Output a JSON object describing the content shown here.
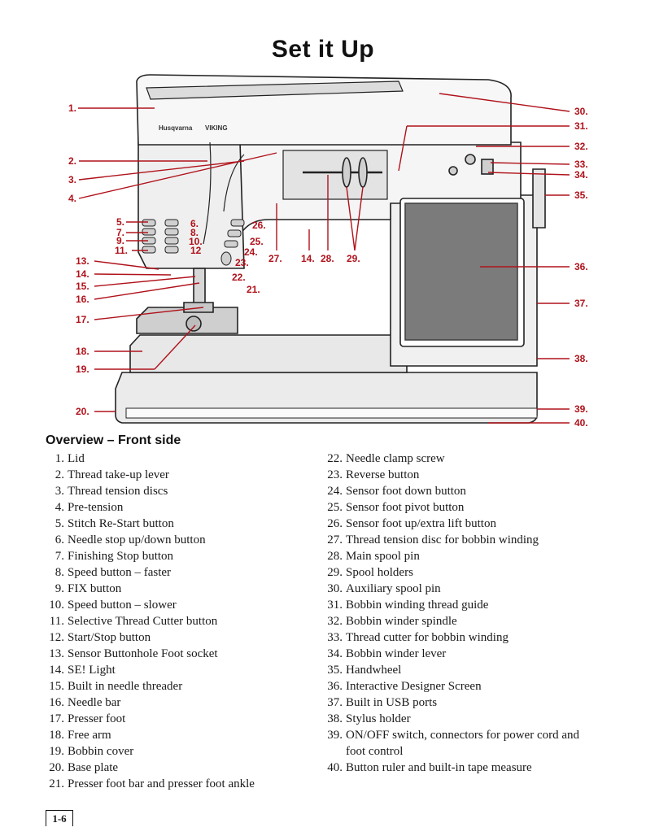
{
  "page": {
    "title": "Set it Up",
    "section_heading": "Overview – Front side",
    "page_number": "1-6"
  },
  "figure": {
    "brand_text": "Husqvarna",
    "brand_text_2": "VIKING",
    "callouts_left": [
      "1.",
      "2.",
      "3.",
      "4.",
      "5.",
      "6.",
      "7.",
      "8.",
      "9.",
      "10.",
      "11.",
      "12",
      "13.",
      "14.",
      "15.",
      "16.",
      "17.",
      "18.",
      "19.",
      "20."
    ],
    "callouts_right": [
      "30.",
      "31.",
      "32.",
      "33.",
      "34.",
      "35.",
      "36.",
      "37.",
      "38.",
      "39.",
      "40."
    ],
    "callouts_center": [
      "26.",
      "25.",
      "24.",
      "23.",
      "22.",
      "21.",
      "27.",
      "14.",
      "28.",
      "29."
    ],
    "accent_color": "#b0121b"
  },
  "items_left": [
    {
      "num": "1.",
      "text": "Lid"
    },
    {
      "num": "2.",
      "text": "Thread take-up lever"
    },
    {
      "num": "3.",
      "text": "Thread tension discs"
    },
    {
      "num": "4.",
      "text": "Pre-tension"
    },
    {
      "num": "5.",
      "text": "Stitch Re-Start button"
    },
    {
      "num": "6.",
      "text": "Needle stop up/down button"
    },
    {
      "num": "7.",
      "text": "Finishing Stop button"
    },
    {
      "num": "8.",
      "text": "Speed button – faster"
    },
    {
      "num": "9.",
      "text": "FIX button"
    },
    {
      "num": "10.",
      "text": "Speed button – slower"
    },
    {
      "num": "11.",
      "text": "Selective Thread Cutter button"
    },
    {
      "num": "12.",
      "text": "Start/Stop button"
    },
    {
      "num": "13.",
      "text": "Sensor Buttonhole Foot socket"
    },
    {
      "num": "14.",
      "text": "SE! Light"
    },
    {
      "num": "15.",
      "text": "Built in needle threader"
    },
    {
      "num": "16.",
      "text": "Needle bar"
    },
    {
      "num": "17.",
      "text": "Presser foot"
    },
    {
      "num": "18.",
      "text": "Free arm"
    },
    {
      "num": "19.",
      "text": "Bobbin cover"
    },
    {
      "num": "20.",
      "text": "Base plate"
    },
    {
      "num": "21.",
      "text": "Presser foot bar and presser foot ankle"
    }
  ],
  "items_right": [
    {
      "num": "22.",
      "text": "Needle clamp screw"
    },
    {
      "num": "23.",
      "text": "Reverse button"
    },
    {
      "num": "24.",
      "text": "Sensor foot down button"
    },
    {
      "num": "25.",
      "text": "Sensor foot pivot button"
    },
    {
      "num": "26.",
      "text": "Sensor foot up/extra lift button"
    },
    {
      "num": "27.",
      "text": "Thread tension disc for bobbin winding"
    },
    {
      "num": "28.",
      "text": "Main spool pin"
    },
    {
      "num": "29.",
      "text": "Spool holders"
    },
    {
      "num": "30.",
      "text": "Auxiliary spool pin"
    },
    {
      "num": "31.",
      "text": "Bobbin winding thread guide"
    },
    {
      "num": "32.",
      "text": "Bobbin winder spindle"
    },
    {
      "num": "33.",
      "text": "Thread cutter for bobbin winding"
    },
    {
      "num": "34.",
      "text": "Bobbin winder lever"
    },
    {
      "num": "35.",
      "text": "Handwheel"
    },
    {
      "num": "36.",
      "text": "Interactive Designer Screen"
    },
    {
      "num": "37.",
      "text": "Built in USB ports"
    },
    {
      "num": "38.",
      "text": "Stylus holder"
    },
    {
      "num": "39.",
      "text": "ON/OFF switch, connectors for power cord and foot control"
    },
    {
      "num": "40.",
      "text": "Button ruler and built-in tape measure"
    }
  ]
}
